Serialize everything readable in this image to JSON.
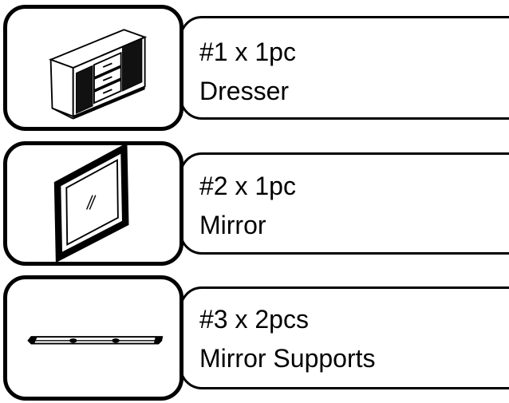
{
  "parts": [
    {
      "quantity_label": "#1 x 1pc",
      "name": "Dresser",
      "icon": "dresser-icon"
    },
    {
      "quantity_label": "#2 x 1pc",
      "name": "Mirror",
      "icon": "mirror-icon"
    },
    {
      "quantity_label": "#3 x 2pcs",
      "name": "Mirror Supports",
      "icon": "mirror-support-icon"
    }
  ]
}
